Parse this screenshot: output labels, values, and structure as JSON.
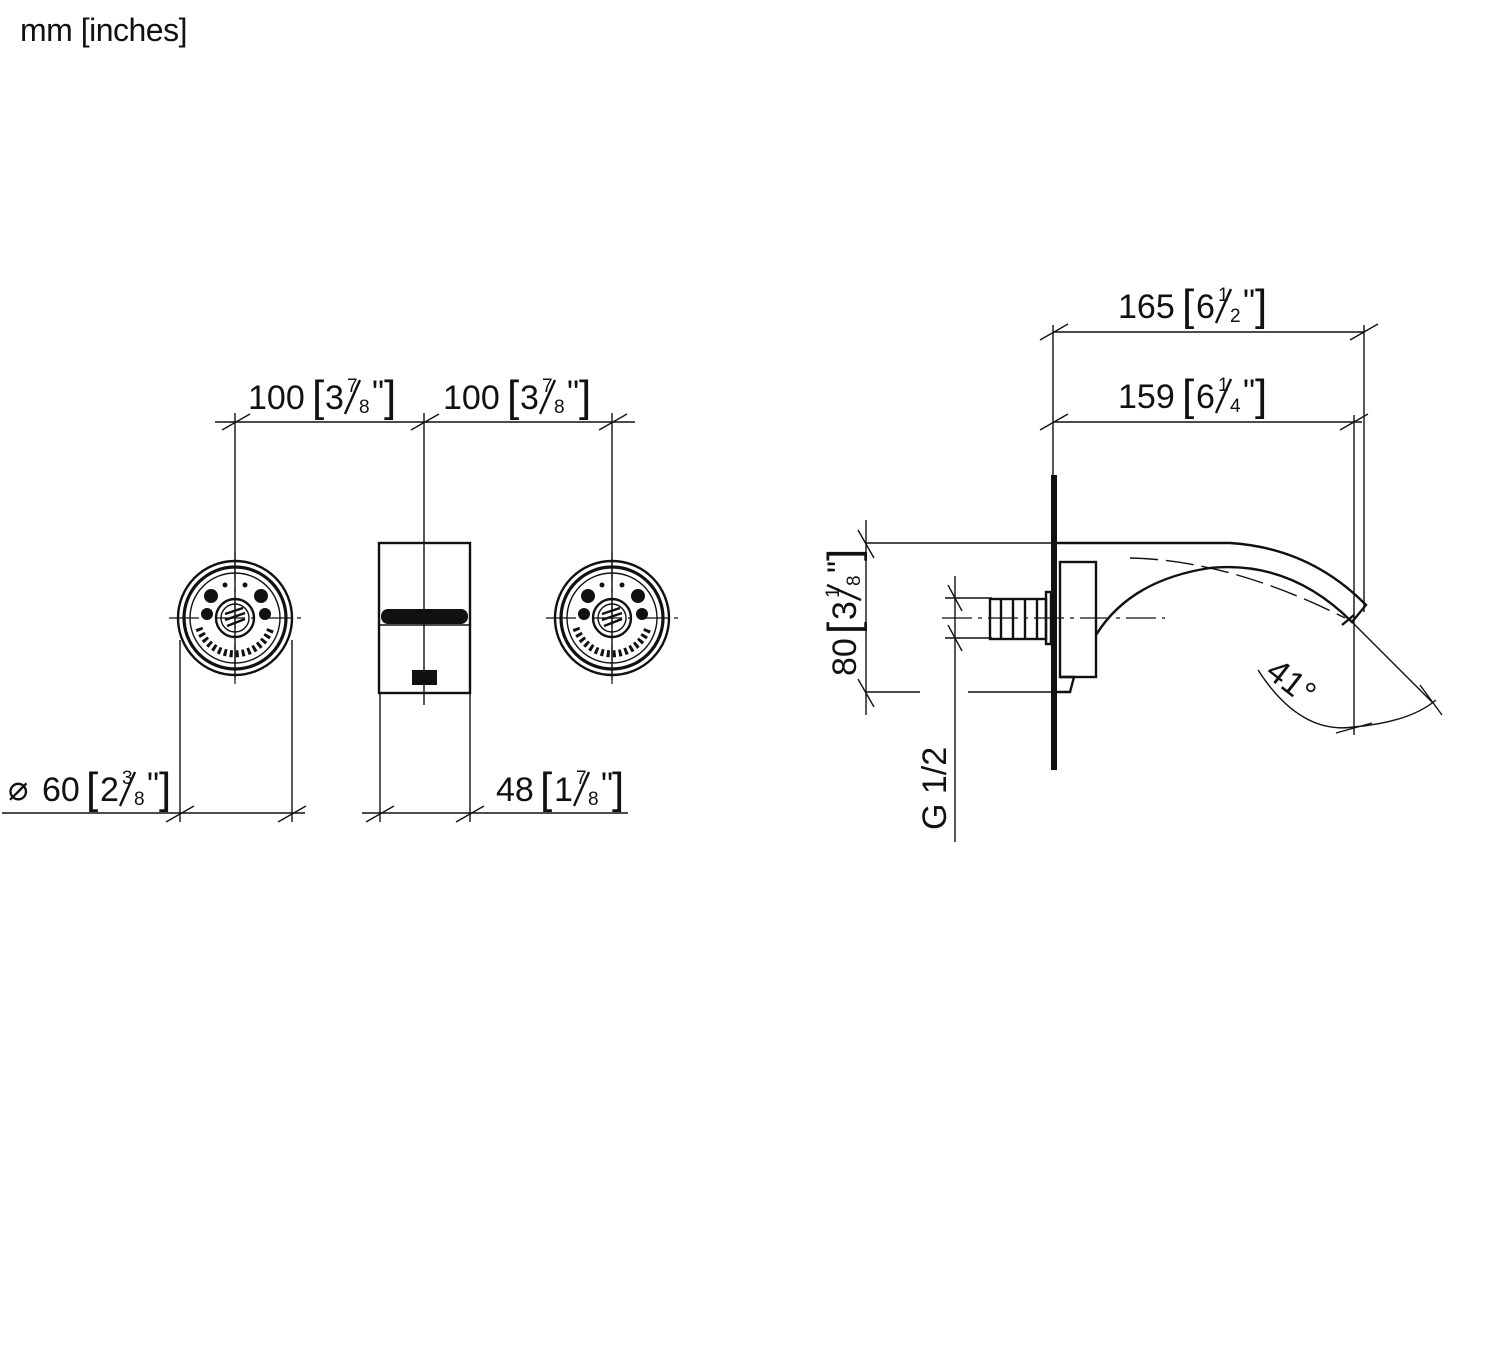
{
  "units_label": "mm [inches]",
  "front_view": {
    "spacing_left": {
      "mm": "100",
      "whole": "3",
      "num": "7",
      "den": "8",
      "unit": "\""
    },
    "spacing_right": {
      "mm": "100",
      "whole": "3",
      "num": "7",
      "den": "8",
      "unit": "\""
    },
    "handle_diameter": {
      "symbol": "⌀",
      "mm": "60",
      "whole": "2",
      "num": "3",
      "den": "8",
      "unit": "\""
    },
    "spout_width": {
      "mm": "48",
      "whole": "1",
      "num": "7",
      "den": "8",
      "unit": "\""
    }
  },
  "side_view": {
    "overall_projection": {
      "mm": "165",
      "whole": "6",
      "num": "1",
      "den": "2",
      "unit": "\""
    },
    "outlet_projection": {
      "mm": "159",
      "whole": "6",
      "num": "1",
      "den": "4",
      "unit": "\""
    },
    "height": {
      "mm": "80",
      "whole": "3",
      "num": "1",
      "den": "8",
      "unit": "\""
    },
    "thread": "G 1/2",
    "angle": "41°"
  }
}
